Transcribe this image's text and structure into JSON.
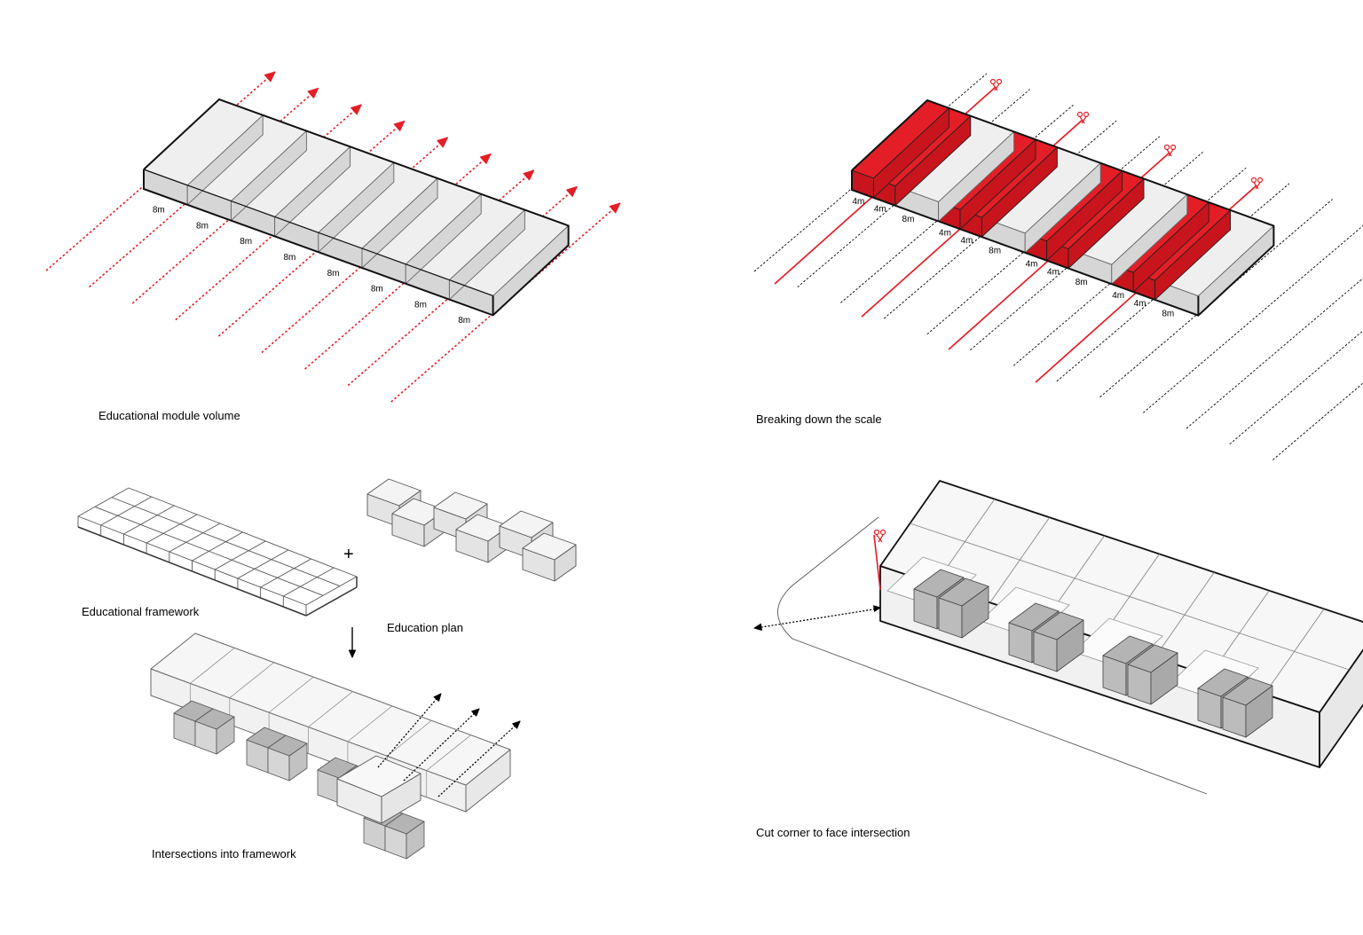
{
  "captions": {
    "module_volume": "Educational module volume",
    "breaking_scale": "Breaking down the scale",
    "framework": "Educational framework",
    "plan": "Education plan",
    "intersections": "Intersections into framework",
    "cut_corner": "Cut corner to face intersection"
  },
  "operators": {
    "plus": "+"
  },
  "module_volume": {
    "segment_count": 8,
    "segment_labels": [
      "8m",
      "8m",
      "8m",
      "8m",
      "8m",
      "8m",
      "8m",
      "8m"
    ]
  },
  "breaking_scale": {
    "segments": [
      {
        "label": "4m",
        "type": "red"
      },
      {
        "label": "4m",
        "type": "red"
      },
      {
        "label": "8m",
        "type": "white"
      },
      {
        "label": "4m",
        "type": "red"
      },
      {
        "label": "4m",
        "type": "red"
      },
      {
        "label": "8m",
        "type": "white"
      },
      {
        "label": "4m",
        "type": "red"
      },
      {
        "label": "4m",
        "type": "red"
      },
      {
        "label": "8m",
        "type": "white"
      },
      {
        "label": "4m",
        "type": "red"
      },
      {
        "label": "4m",
        "type": "red"
      },
      {
        "label": "8m",
        "type": "white"
      }
    ]
  },
  "colors": {
    "accent_red": "#e41e26",
    "top_face": "#efefef",
    "side_face": "#d6d6d6",
    "grey_block": "#b4b4b4",
    "outline": "#111111"
  }
}
